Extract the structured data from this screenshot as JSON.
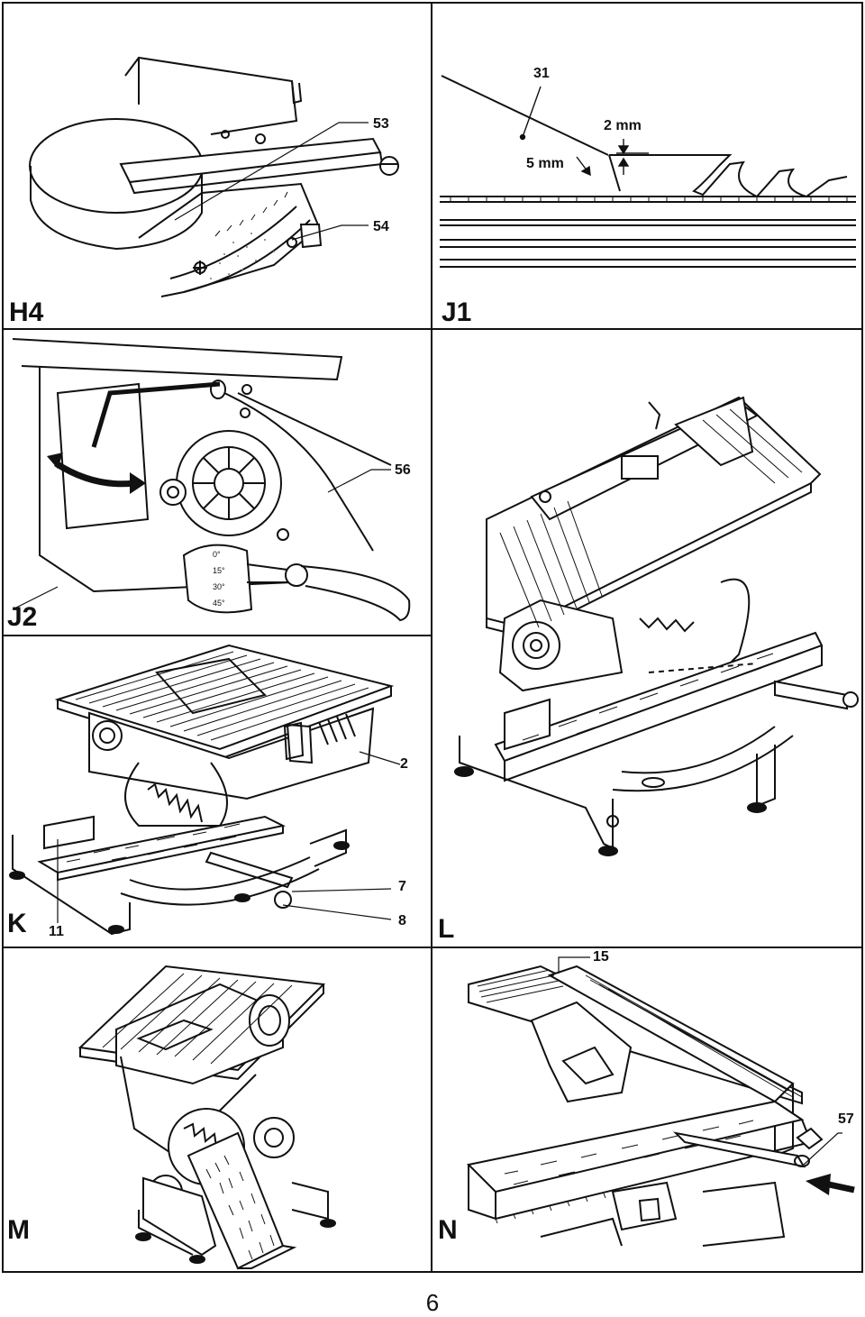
{
  "panels": {
    "h4": {
      "label": "H4",
      "callouts": {
        "a": "53",
        "b": "54"
      }
    },
    "j1": {
      "label": "J1",
      "callouts": {
        "a": "31",
        "b": "2 mm",
        "c": "5 mm"
      }
    },
    "j2": {
      "label": "J2",
      "callouts": {
        "a": "56"
      }
    },
    "k": {
      "label": "K",
      "callouts": {
        "a": "2",
        "b": "7",
        "c": "8",
        "d": "11"
      }
    },
    "l": {
      "label": "L"
    },
    "m": {
      "label": "M"
    },
    "n": {
      "label": "N",
      "callouts": {
        "a": "15",
        "b": "57"
      }
    }
  },
  "scale_marks": {
    "a": "0°",
    "b": "15°",
    "c": "30°",
    "d": "45°"
  },
  "page_number": "6"
}
